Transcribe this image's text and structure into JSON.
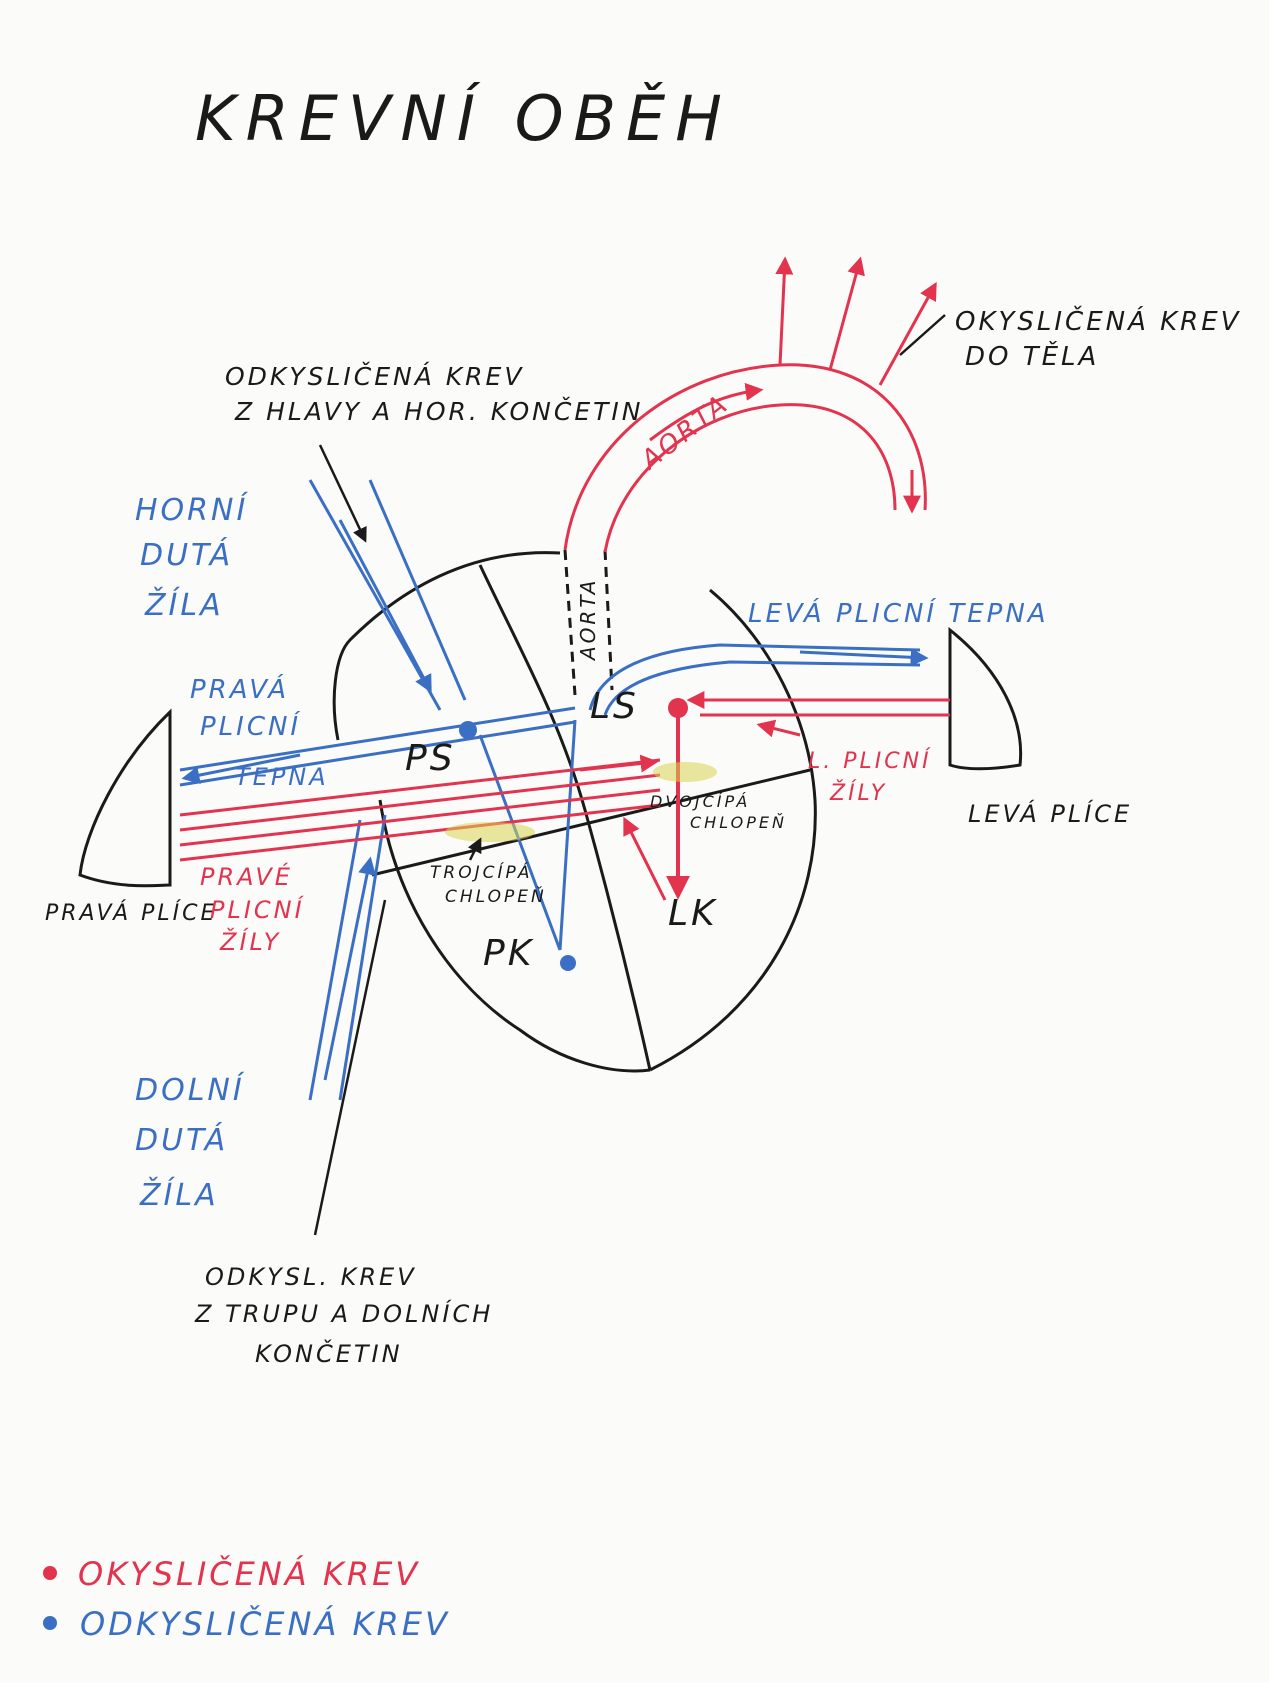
{
  "title": "KREVNÍ OBĚH",
  "colors": {
    "ink": "#1a1a1a",
    "oxygenated": "#e2334f",
    "deoxygenated": "#3a6fc4",
    "valve": "#d8d450"
  },
  "labels": {
    "okyslicena_krev_do_tela": [
      "OKYSLIČENÁ KREV",
      "DO TĚLA"
    ],
    "odkyslicena_z_hlavy": [
      "ODKYSLIČENÁ KREV",
      "Z HLAVY A HOR. KONČETIN"
    ],
    "horni_duta_zila": [
      "HORNÍ",
      "DUTÁ",
      "ŽÍLA"
    ],
    "aorta_arch": "AORTA",
    "aorta_inner": "AORTA",
    "leva_plicni_tepna": "LEVÁ PLICNÍ TEPNA",
    "prava_plicni_tepna": [
      "PRAVÁ",
      "PLICNÍ"
    ],
    "tepna": "TEPNA",
    "ps": "PS",
    "ls": "LS",
    "pk": "PK",
    "lk": "LK",
    "leve_plicni_zily": [
      "L. PLICNÍ",
      "ŽÍLY"
    ],
    "dvojcipa_chlopen": [
      "DVOJCÍPÁ",
      "CHLOPEŇ"
    ],
    "trojcipa_chlopen": [
      "TROJCÍPÁ",
      "CHLOPEŇ"
    ],
    "leva_plice": "LEVÁ PLÍCE",
    "prava_plice": "PRAVÁ PLÍCE",
    "prave_plicni_zily": [
      "PRAVÉ",
      "PLICNÍ",
      "ŽÍLY"
    ],
    "dolni_duta_zila": [
      "DOLNÍ",
      "DUTÁ",
      "ŽÍLA"
    ],
    "odkysl_z_trupu": [
      "ODKYSL. KREV",
      "Z TRUPU A DOLNÍCH",
      "KONČETIN"
    ]
  },
  "legend": [
    {
      "label": "OKYSLIČENÁ KREV",
      "color": "#e2334f"
    },
    {
      "label": "ODKYSLIČENÁ KREV",
      "color": "#3a6fc4"
    }
  ]
}
